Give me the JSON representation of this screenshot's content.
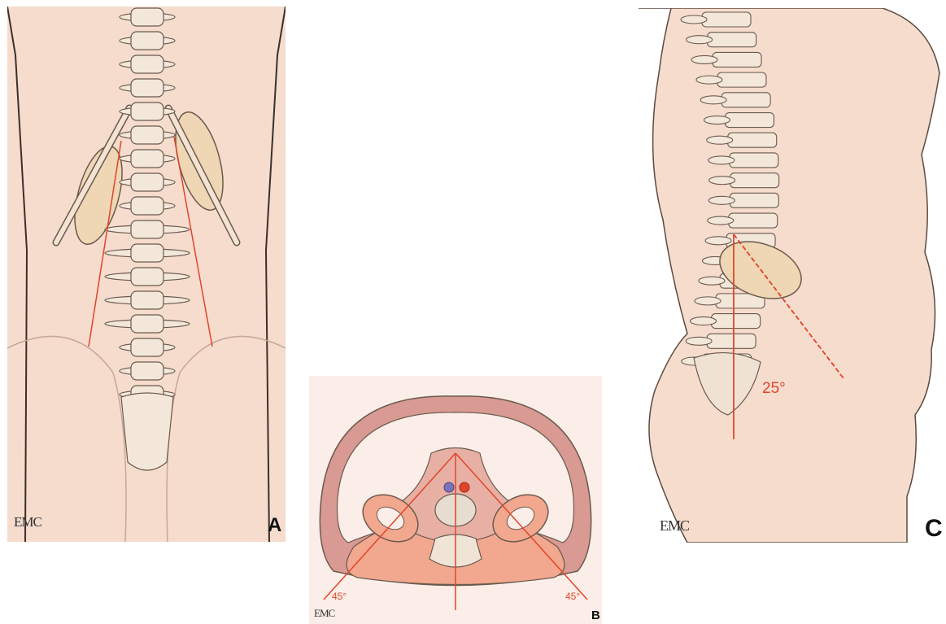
{
  "panels": {
    "a": {
      "letter": "A",
      "logo": "EMC"
    },
    "b": {
      "letter": "B",
      "logo": "EMC",
      "angle_left": "45°",
      "angle_right": "45°"
    },
    "c": {
      "letter": "C",
      "logo": "EMC",
      "angle": "25°"
    }
  },
  "colors": {
    "skin": "#f6dccd",
    "kidney": "#efd6b4",
    "outline": "#6a5a4e",
    "guide_line": "#e0452a",
    "muscle": "#f2a88e",
    "section_wall": "#d89a92",
    "vein": "#7a73b8",
    "artery": "#e0452a"
  }
}
